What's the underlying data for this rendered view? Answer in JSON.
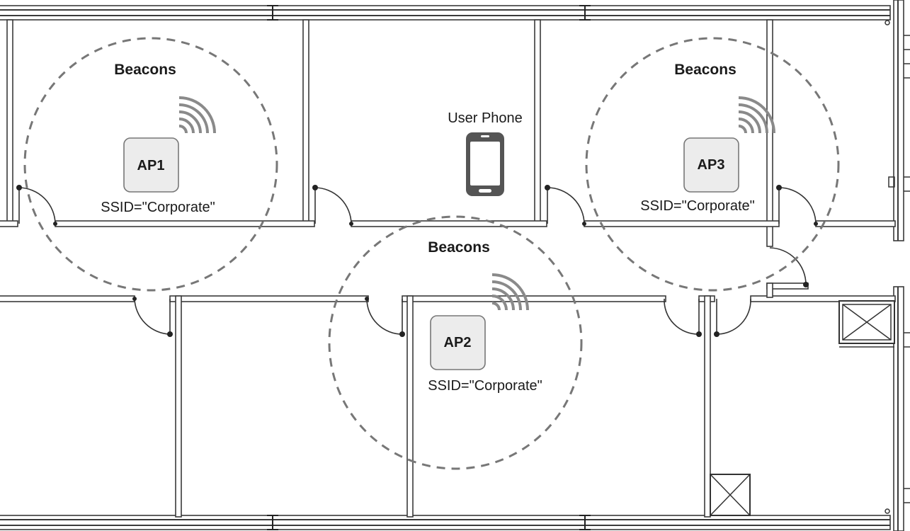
{
  "access_points": [
    {
      "label": "AP1",
      "ssid_text": "SSID=\"Corporate\"",
      "beacon_label": "Beacons"
    },
    {
      "label": "AP2",
      "ssid_text": "SSID=\"Corporate\"",
      "beacon_label": "Beacons"
    },
    {
      "label": "AP3",
      "ssid_text": "SSID=\"Corporate\"",
      "beacon_label": "Beacons"
    }
  ],
  "phone": {
    "label": "User Phone",
    "icon": "smartphone-icon"
  },
  "colors": {
    "wall": "#3a3a3a",
    "range_circle": "#777777",
    "ap_box": "#ececec",
    "signal": "#8a8a8a",
    "phone": "#555555"
  }
}
